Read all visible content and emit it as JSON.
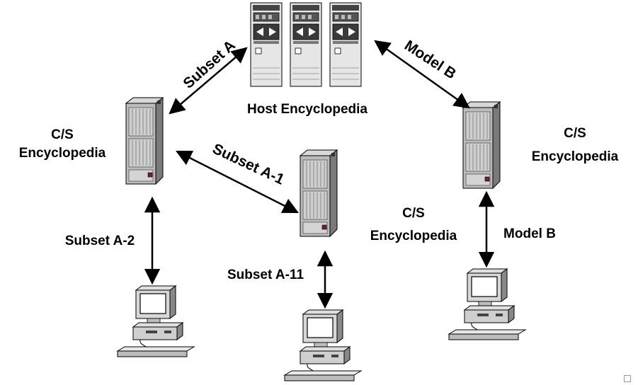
{
  "nodes": {
    "host": {
      "label": "Host Encyclopedia"
    },
    "cs_left": {
      "label_line1": "C/S",
      "label_line2": "Encyclopedia"
    },
    "cs_center": {
      "label_line1": "C/S",
      "label_line2": "Encyclopedia"
    },
    "cs_right": {
      "label_line1": "C/S",
      "label_line2": "Encyclopedia"
    }
  },
  "links": {
    "host_to_left": "Subset A",
    "host_to_right": "Model B",
    "left_to_center": "Subset A-1",
    "left_to_pc": "Subset A-2",
    "center_to_pc": "Subset A-11",
    "right_to_pc": "Model B"
  },
  "colors": {
    "server_body": "#b8b8b8",
    "server_dark": "#6e6e6e",
    "server_light": "#e8e8e8",
    "line": "#000000",
    "indicator": "#7a1a3a"
  }
}
